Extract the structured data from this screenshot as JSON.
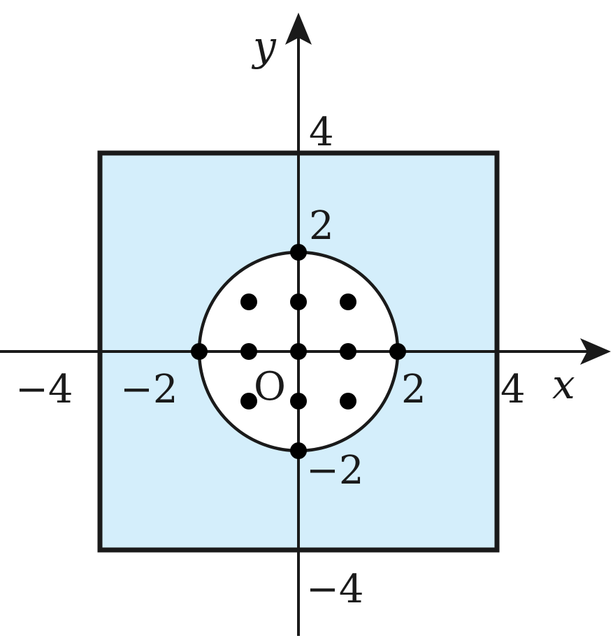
{
  "diagram": {
    "colors": {
      "region_fill": "#d4eefb",
      "disk_fill": "#ffffff",
      "stroke": "#1a1a1a",
      "point": "#000000"
    },
    "axes": {
      "x_label": "x",
      "y_label": "y",
      "origin_label": "O"
    },
    "ticks": {
      "x_neg4": "−4",
      "x_neg2": "−2",
      "x_pos2": "2",
      "x_pos4": "4",
      "y_pos4": "4",
      "y_pos2": "2",
      "y_neg2": "−2",
      "y_neg4": "−4"
    },
    "square": {
      "xmin": -4,
      "xmax": 4,
      "ymin": -4,
      "ymax": 4
    },
    "circle": {
      "cx": 0,
      "cy": 0,
      "r": 2
    },
    "points": [
      [
        0,
        2
      ],
      [
        -1,
        1
      ],
      [
        0,
        1
      ],
      [
        1,
        1
      ],
      [
        -2,
        0
      ],
      [
        -1,
        0
      ],
      [
        0,
        0
      ],
      [
        1,
        0
      ],
      [
        2,
        0
      ],
      [
        -1,
        -1
      ],
      [
        0,
        -1
      ],
      [
        1,
        -1
      ],
      [
        0,
        -2
      ]
    ]
  }
}
